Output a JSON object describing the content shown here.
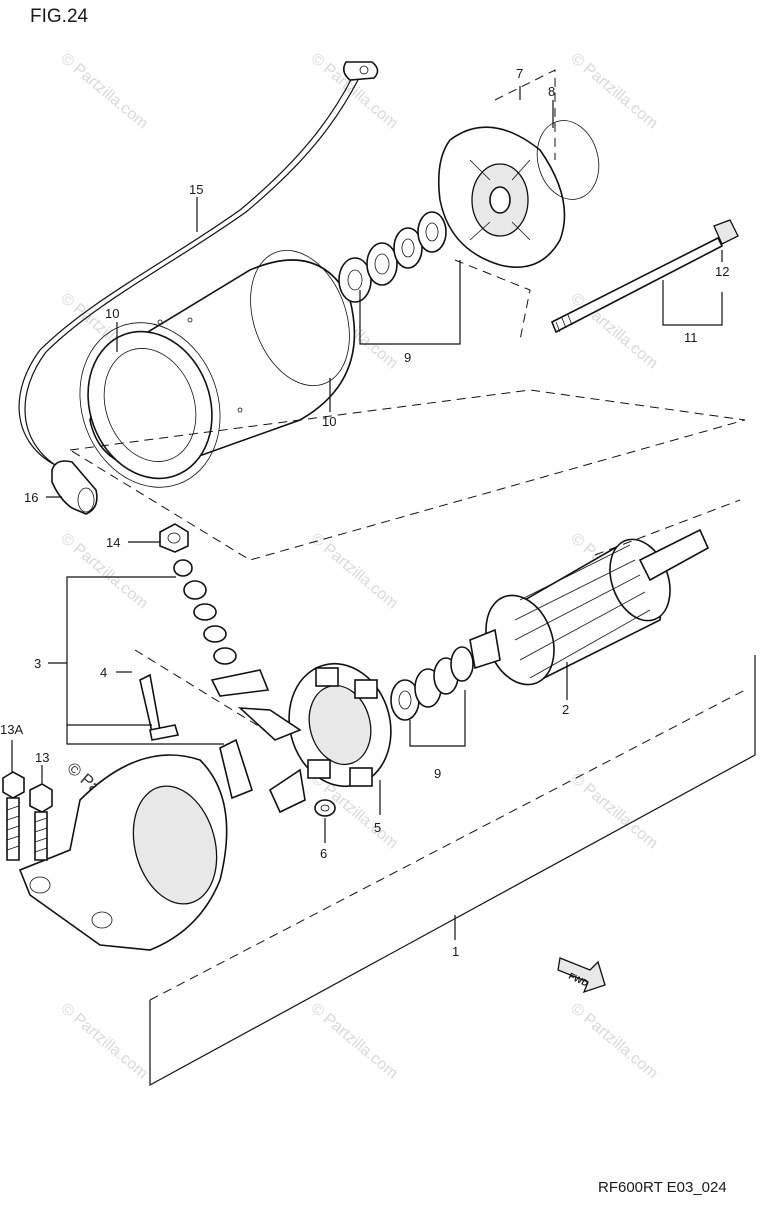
{
  "figure": {
    "title": "FIG.24",
    "code": "RF600RT E03_024",
    "watermark": "© Partzilla.com",
    "fwd_label": "FWD"
  },
  "callouts": [
    {
      "id": "c7",
      "label": "7"
    },
    {
      "id": "c8",
      "label": "8"
    },
    {
      "id": "c15",
      "label": "15"
    },
    {
      "id": "c12",
      "label": "12"
    },
    {
      "id": "c11",
      "label": "11"
    },
    {
      "id": "c10a",
      "label": "10"
    },
    {
      "id": "c9a",
      "label": "9"
    },
    {
      "id": "c10b",
      "label": "10"
    },
    {
      "id": "c16",
      "label": "16"
    },
    {
      "id": "c14",
      "label": "14"
    },
    {
      "id": "c2",
      "label": "2"
    },
    {
      "id": "c3",
      "label": "3"
    },
    {
      "id": "c4",
      "label": "4"
    },
    {
      "id": "c13a",
      "label": "13A"
    },
    {
      "id": "c13",
      "label": "13"
    },
    {
      "id": "c9b",
      "label": "9"
    },
    {
      "id": "c5",
      "label": "5"
    },
    {
      "id": "c6",
      "label": "6"
    },
    {
      "id": "c1",
      "label": "1"
    }
  ]
}
